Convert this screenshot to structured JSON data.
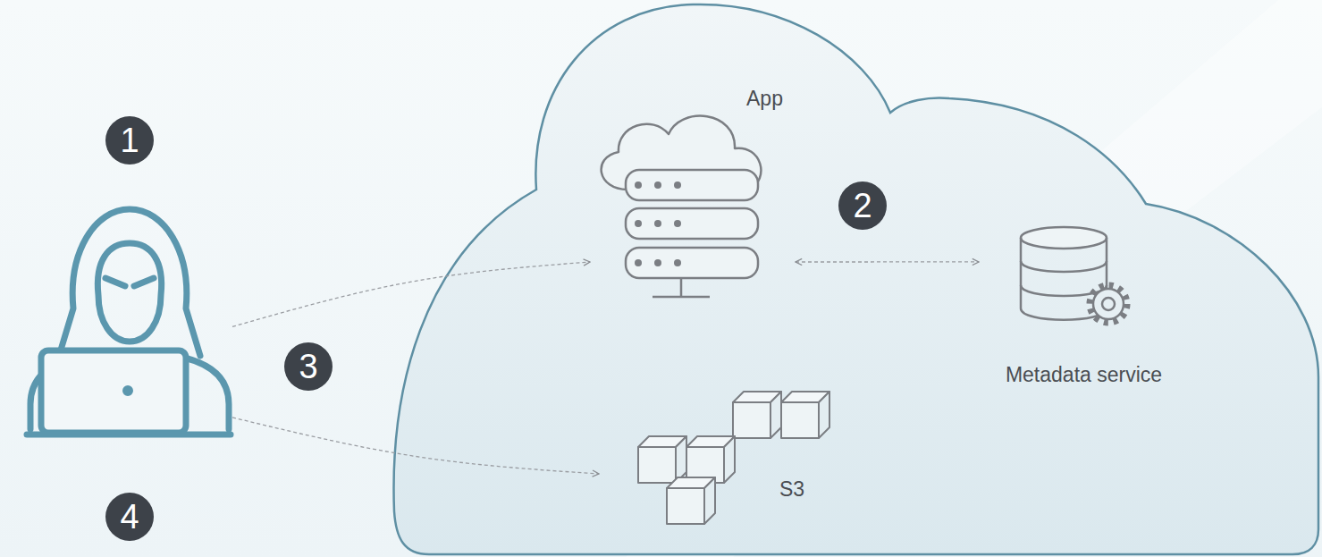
{
  "diagram": {
    "nodes": [
      {
        "text": []
      },
      {
        "text": []
      },
      {
        "text": [
          "App"
        ],
        "in": 1
      },
      {
        "text": [
          "Metadata service"
        ],
        "in": 1
      },
      {
        "text": [
          "S3"
        ],
        "in": 1
      }
    ],
    "edges": [
      {
        "from": 0,
        "to": 2,
        "arrow": "to"
      },
      {
        "from": 2,
        "to": 3,
        "arrow": "both"
      },
      {
        "from": 0,
        "to": 4,
        "arrow": "to"
      }
    ],
    "labels": [
      "1",
      "2",
      "3",
      "4"
    ]
  }
}
